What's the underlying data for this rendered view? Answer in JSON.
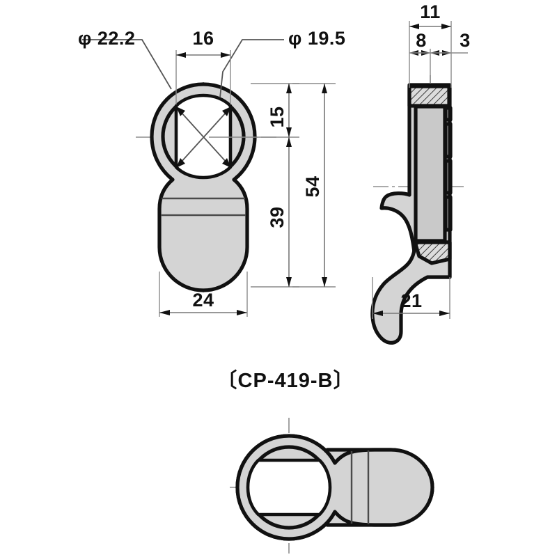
{
  "drawing": {
    "part_label": "〔CP-419-B〕",
    "sheet_background": "#ffffff",
    "line_color": "#111111",
    "fill_color": "#d4d4d4",
    "views": {
      "front": {
        "name": "front-view",
        "dimensions": {
          "bore_outer": "φ 22.2",
          "bore_inner": "φ 19.5",
          "flat_width": "16",
          "overall_width": "24",
          "top_to_center": "15",
          "center_to_bottom": "39",
          "overall_height": "54"
        }
      },
      "side": {
        "name": "side-section-view",
        "dimensions": {
          "total_thickness": "11",
          "body_thickness": "8",
          "flange_thickness": "3",
          "overall_depth": "21"
        }
      },
      "bottom": {
        "name": "rotated-plan-view",
        "dimensions": {}
      }
    }
  }
}
